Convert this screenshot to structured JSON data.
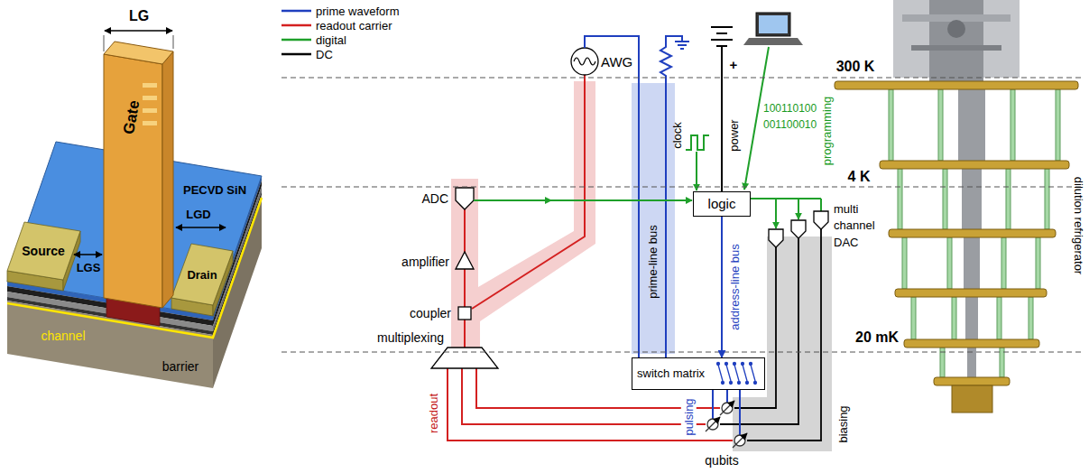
{
  "diagram": {
    "nodes": [
      {
        "text": [
          "Source"
        ]
      },
      {
        "text": [
          "Gate"
        ]
      },
      {
        "text": [
          "Drain"
        ]
      },
      {
        "text": [
          "logic"
        ]
      },
      {
        "text": [
          "switch matrix"
        ]
      }
    ],
    "edges": [
      {
        "from": 3,
        "to": 4,
        "arrow": "to",
        "label": "address-line bus"
      }
    ],
    "labels": [
      "LG",
      "LGS",
      "LGD",
      "PECVD SiN",
      "channel",
      "barrier",
      "AWG",
      "prime-line bus",
      "clock",
      "power",
      "+",
      "100110100 001100010",
      "programming",
      "300 K",
      "4 K",
      "20 mK",
      "ADC",
      "amplifier",
      "coupler",
      "multiplexing",
      "multi channel DAC",
      "readout",
      "pulsing",
      "biasing",
      "qubits",
      "dilution refrigerator"
    ],
    "legend": [
      {
        "text": "prime waveform"
      },
      {
        "text": "readout carrier"
      },
      {
        "text": "digital"
      },
      {
        "text": "DC"
      }
    ]
  }
}
